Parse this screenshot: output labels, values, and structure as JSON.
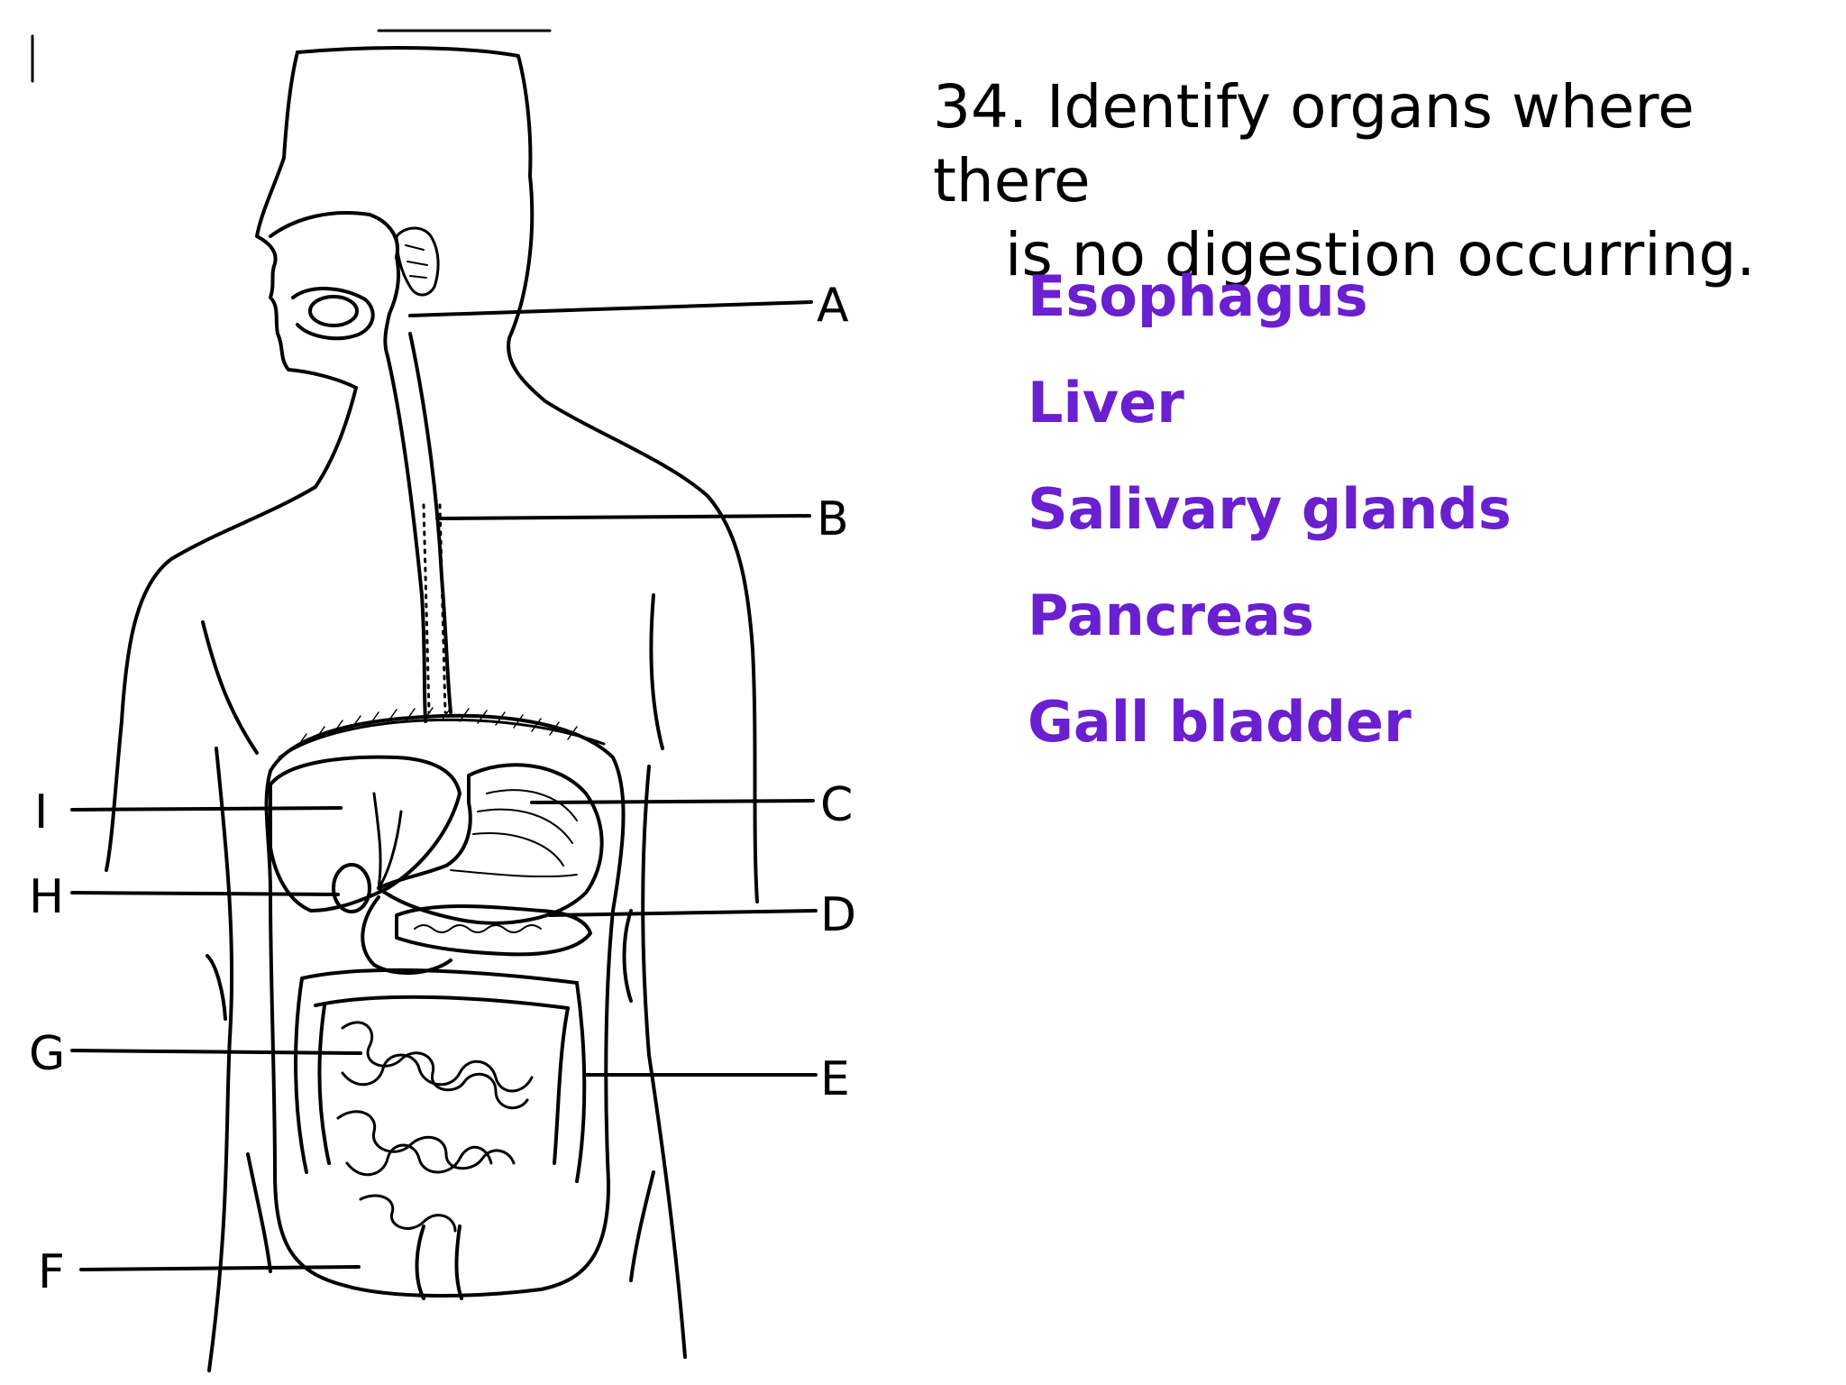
{
  "question": {
    "number": "34.",
    "line1": "Identify organs where there",
    "line2": "is no digestion occurring."
  },
  "answers": [
    "Esophagus",
    "Liver",
    "Salivary glands",
    "Pancreas",
    "Gall bladder"
  ],
  "answer_color": "#6a1fd0",
  "callouts": {
    "a": "A",
    "b": "B",
    "c": "C",
    "d": "D",
    "e": "E",
    "f": "F",
    "g": "G",
    "h": "H",
    "i": "I"
  }
}
